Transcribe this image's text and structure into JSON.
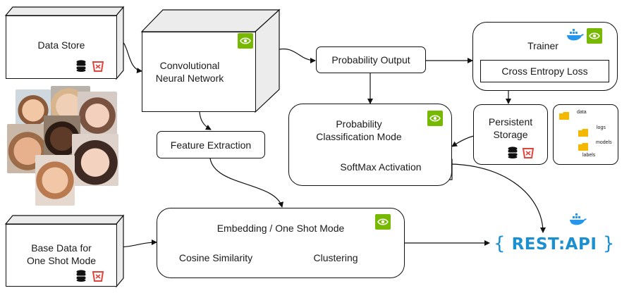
{
  "nodes": {
    "data_store": "Data Store",
    "cnn": "Convolutional\nNeural Network",
    "feature_extraction": "Feature Extraction",
    "probability_output": "Probability Output",
    "trainer": "Trainer",
    "cross_entropy": "Cross Entropy Loss",
    "persistent_storage": "Persistent\nStorage",
    "prob_classification": "Probability\nClassification Mode",
    "softmax": "SoftMax Activation",
    "base_data": "Base Data for\nOne Shot Mode",
    "embedding": "Embedding / One Shot Mode",
    "cosine": "Cosine Similarity",
    "clustering": "Clustering"
  },
  "folders": {
    "data": "data",
    "logs": "logs",
    "models": "models",
    "labels": "labels"
  },
  "rest_api": {
    "open": "{",
    "text": "REST:API",
    "close": "}"
  },
  "icons": [
    "nvidia-logo-icon",
    "docker-whale-icon",
    "database-icon",
    "bucket-icon",
    "folder-icon"
  ],
  "colors": {
    "nvidia": "#76b900",
    "docker": "#2496ed",
    "bucket": "#e2433a",
    "folder": "#f5b800",
    "rest": "#1c8fd0"
  }
}
